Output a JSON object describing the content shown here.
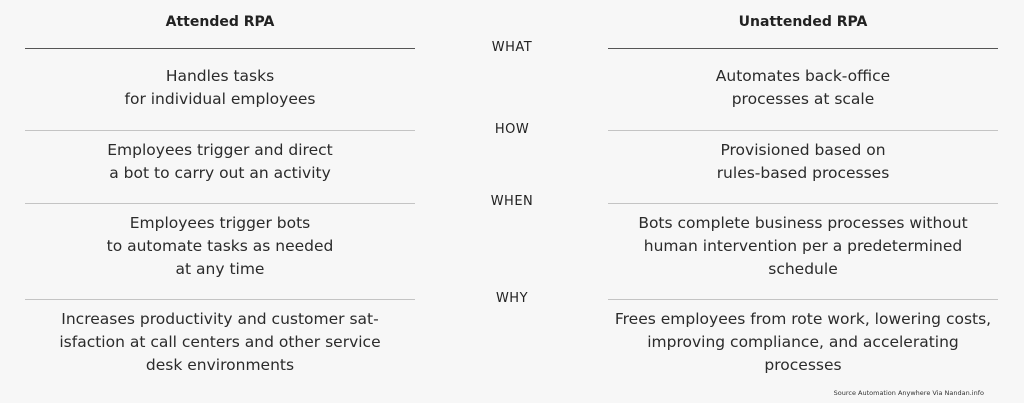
{
  "headers": {
    "left": "Attended RPA",
    "right": "Unattended RPA"
  },
  "rows": [
    {
      "label": "WHAT",
      "left": "Handles tasks\nfor individual employees",
      "right": "Automates back-office\nprocesses at scale"
    },
    {
      "label": "HOW",
      "left": "Employees trigger and direct\na bot to carry out an activity",
      "right": "Provisioned based on\nrules-based processes"
    },
    {
      "label": "WHEN",
      "left": "Employees trigger bots\nto automate tasks as needed\nat any time",
      "right": "Bots complete business processes without\nhuman intervention per a predetermined\nschedule"
    },
    {
      "label": "WHY",
      "left": "Increases productivity and customer sat-\nisfaction at call centers and other service\ndesk environments",
      "right": "Frees employees from rote work, lowering costs,\nimproving compliance, and accelerating\nprocesses"
    }
  ],
  "source": "Source Automation Anywhere Via Nandan.info",
  "colors": {
    "background": "#f7f7f7",
    "rule": "#c4c4c4",
    "header_rule": "#555555",
    "text": "#2b2b2b"
  }
}
